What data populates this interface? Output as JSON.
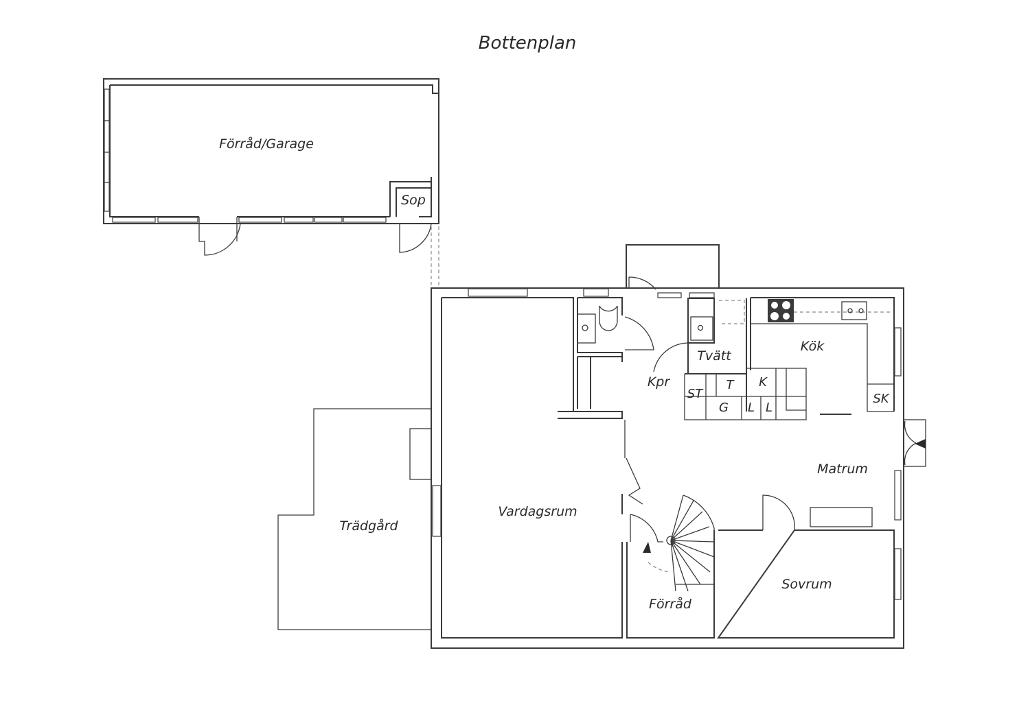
{
  "plan": {
    "title": "Bottenplan",
    "rooms": {
      "forrad_garage": "Förråd/Garage",
      "sop": "Sop",
      "tradgard": "Trädgård",
      "vardagsrum": "Vardagsrum",
      "kpr": "Kpr",
      "tvatt": "Tvätt",
      "kok": "Kök",
      "matrum": "Matrum",
      "sovrum": "Sovrum",
      "forrad": "Förråd"
    },
    "fixtures": {
      "st": "ST",
      "t": "T",
      "k": "K",
      "g": "G",
      "l1": "L",
      "l2": "L",
      "sk": "SK"
    }
  }
}
